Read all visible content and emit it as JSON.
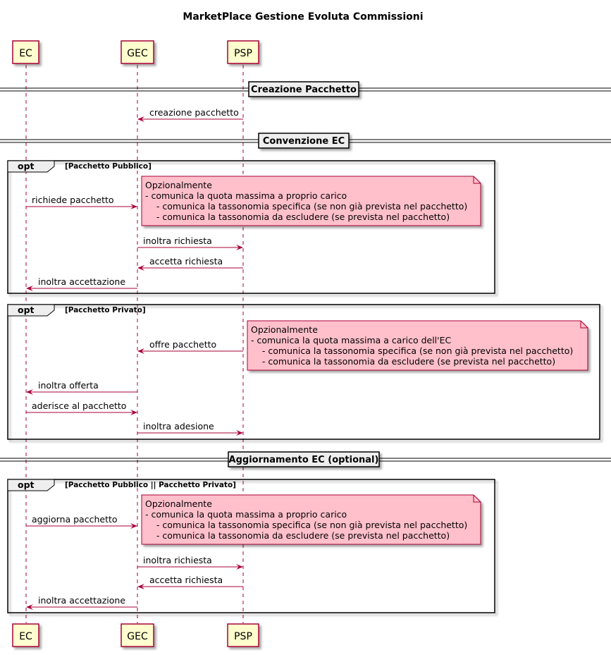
{
  "title": "MarketPlace Gestione Evoluta Commissioni",
  "participants": [
    {
      "id": "ec",
      "label": "EC"
    },
    {
      "id": "gec",
      "label": "GEC"
    },
    {
      "id": "psp",
      "label": "PSP"
    }
  ],
  "dividers": [
    {
      "label": "Creazione Pacchetto"
    },
    {
      "label": "Convenzione EC"
    },
    {
      "label": "Aggiornamento EC (optional)"
    }
  ],
  "frames": [
    {
      "keyword": "opt",
      "guard": "[Pacchetto Pubblico]"
    },
    {
      "keyword": "opt",
      "guard": "[Pacchetto Privato]"
    },
    {
      "keyword": "opt",
      "guard": "[Pacchetto Pubblico || Pacchetto Privato]"
    }
  ],
  "messages": [
    {
      "label": "creazione pacchetto",
      "from": "psp",
      "to": "gec"
    },
    {
      "label": "richiede pacchetto",
      "from": "ec",
      "to": "gec"
    },
    {
      "label": "inoltra richiesta",
      "from": "gec",
      "to": "psp"
    },
    {
      "label": "accetta richiesta",
      "from": "psp",
      "to": "gec"
    },
    {
      "label": "inoltra accettazione",
      "from": "gec",
      "to": "ec"
    },
    {
      "label": "offre pacchetto",
      "from": "psp",
      "to": "gec"
    },
    {
      "label": "inoltra offerta",
      "from": "gec",
      "to": "ec"
    },
    {
      "label": "aderisce al pacchetto",
      "from": "ec",
      "to": "gec"
    },
    {
      "label": "inoltra adesione",
      "from": "gec",
      "to": "psp"
    },
    {
      "label": "aggiorna pacchetto",
      "from": "ec",
      "to": "gec"
    },
    {
      "label": "inoltra richiesta",
      "from": "gec",
      "to": "psp"
    },
    {
      "label": "accetta richiesta",
      "from": "psp",
      "to": "gec"
    },
    {
      "label": "inoltra accettazione",
      "from": "gec",
      "to": "ec"
    }
  ],
  "notes": [
    {
      "lines": [
        "Opzionalmente",
        "- comunica la quota massima a proprio carico",
        "    - comunica la tassonomia specifica (se non già prevista nel pacchetto)",
        "    - comunica la tassonomia da escludere (se prevista nel pacchetto)"
      ]
    },
    {
      "lines": [
        "Opzionalmente",
        "- comunica la quota massima a carico dell'EC",
        "    - comunica la tassonomia specifica (se non già prevista nel pacchetto)",
        "    - comunica la tassonomia da escludere (se prevista nel pacchetto)"
      ]
    },
    {
      "lines": [
        "Opzionalmente",
        "- comunica la quota massima a proprio carico",
        "    - comunica la tassonomia specifica (se non già prevista nel pacchetto)",
        "    - comunica la tassonomia da escludere (se prevista nel pacchetto)"
      ]
    }
  ],
  "colors": {
    "participant_fill": "#FEFECE",
    "participant_border": "#A80036",
    "arrow": "#A80036",
    "note_fill": "#FFC0CB",
    "frame_border": "#000000",
    "divider_fill": "#EEEEEE"
  }
}
